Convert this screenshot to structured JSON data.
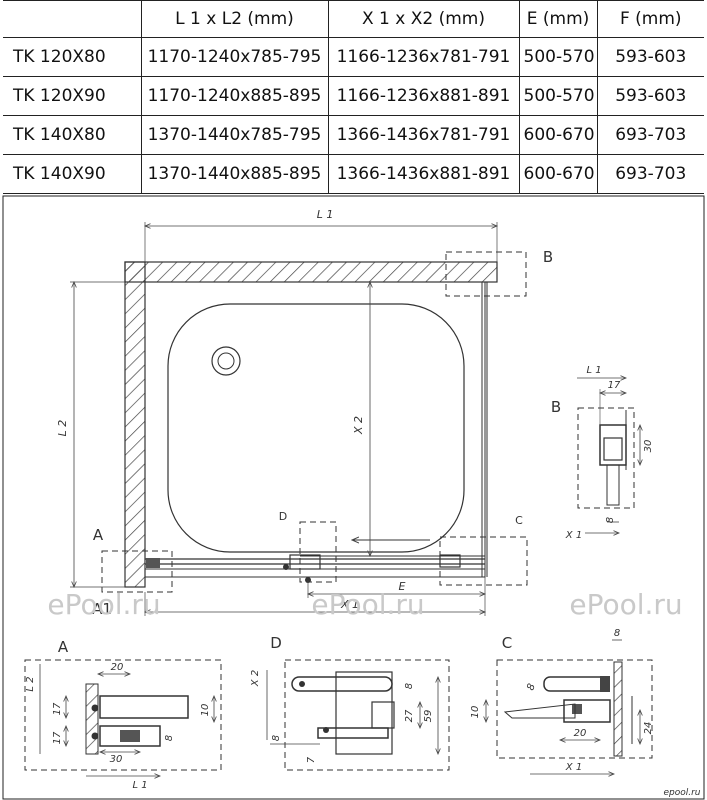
{
  "table": {
    "headers": [
      "",
      "L 1 x L2 (mm)",
      "X 1 x X2 (mm)",
      "E (mm)",
      "F (mm)"
    ],
    "rows": [
      [
        "TK 120X80",
        "1170-1240x785-795",
        "1166-1236x781-791",
        "500-570",
        "593-603"
      ],
      [
        "TK 120X90",
        "1170-1240x885-895",
        "1166-1236x881-891",
        "500-570",
        "593-603"
      ],
      [
        "TK 140X80",
        "1370-1440x785-795",
        "1366-1436x781-791",
        "600-670",
        "693-703"
      ],
      [
        "TK 140X90",
        "1370-1440x885-895",
        "1366-1436x881-891",
        "600-670",
        "693-703"
      ]
    ]
  },
  "main_view": {
    "dim_l1": "L 1",
    "dim_l2": "L 2",
    "dim_x1": "X 1",
    "dim_x2": "X 2",
    "dim_e": "E",
    "label_a": "A",
    "label_a1": "A1",
    "label_b": "B",
    "label_c": "C",
    "label_d": "D"
  },
  "detail_b": {
    "title": "B",
    "l1": "L 1",
    "d17": "17",
    "d30": "30",
    "d8": "8",
    "x1": "X 1"
  },
  "detail_a": {
    "title": "A",
    "l2": "L 2",
    "d20": "20",
    "d17a": "17",
    "d17b": "17",
    "d10": "10",
    "d8": "8",
    "d30": "30",
    "l1": "L 1"
  },
  "detail_d": {
    "title": "D",
    "x2": "X 2",
    "d8a": "8",
    "d27": "27",
    "d59": "59",
    "d8b": "8",
    "d7": "7"
  },
  "detail_c": {
    "title": "C",
    "d8a": "8",
    "d8b": "8",
    "d10": "10",
    "d20": "20",
    "d24": "24",
    "x1": "X 1"
  },
  "watermark": {
    "text": "ePool.ru",
    "logo": "epool.ru"
  }
}
